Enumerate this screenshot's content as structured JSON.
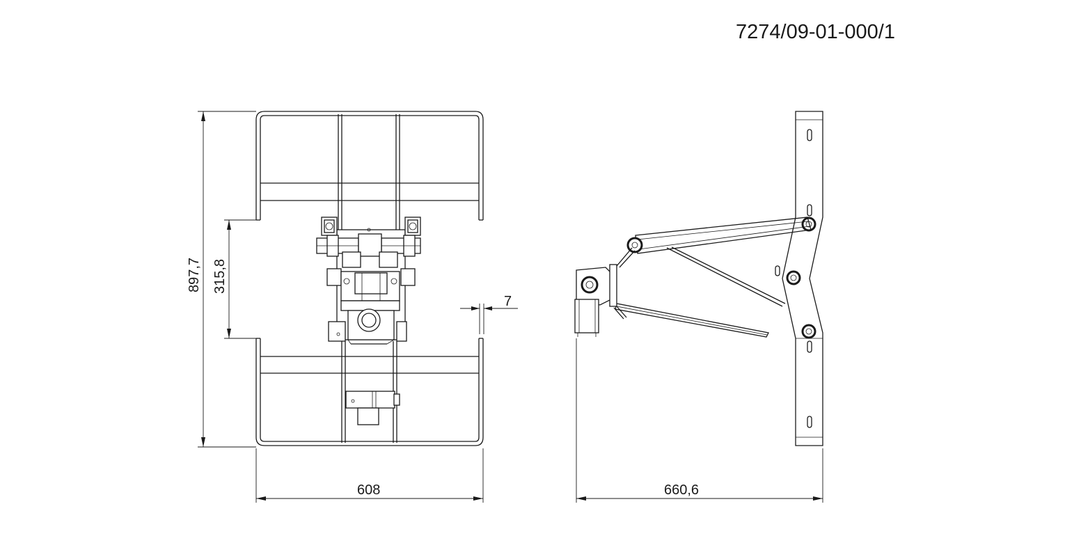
{
  "drawing_number": "7274/09-01-000/1",
  "dimensions": {
    "front_height": "897,7",
    "front_gap": "315,8",
    "front_width": "608",
    "rail_thickness": "7",
    "side_depth": "660,6"
  }
}
